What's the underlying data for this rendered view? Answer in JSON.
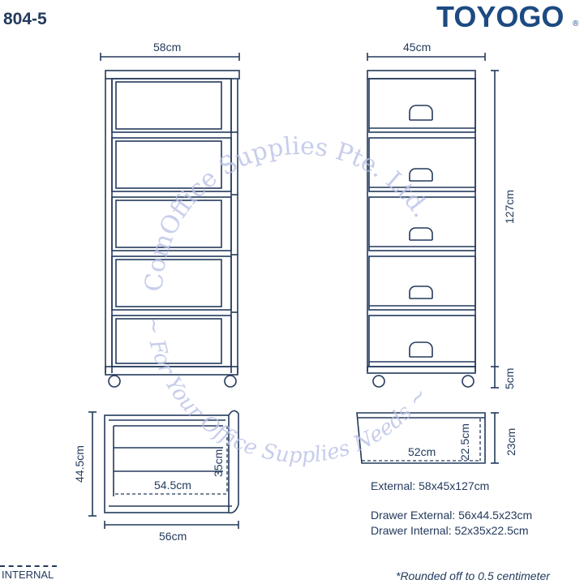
{
  "header": {
    "model": "804-5",
    "brand": "TOYOGO",
    "brand_mark": "®"
  },
  "front_view": {
    "width_label": "58cm",
    "drawer_count": 5
  },
  "side_view": {
    "depth_label": "45cm",
    "height_label": "127cm",
    "caster_label": "5cm"
  },
  "drawer_top_view": {
    "depth_label": "44.5cm",
    "width_label": "56cm",
    "internal_width_label": "54.5cm",
    "internal_depth_label": "35cm"
  },
  "drawer_side_view": {
    "internal_length_label": "52cm",
    "internal_height_label": "22.5cm",
    "height_label": "23cm"
  },
  "specs": {
    "external": "External: 58x45x127cm",
    "drawer_external": "Drawer External: 56x44.5x23cm",
    "drawer_internal": "Drawer Internal: 52x35x22.5cm"
  },
  "legend": {
    "label": "INTERNAL"
  },
  "footnote": "*Rounded off to 0.5 centimeter",
  "watermark": {
    "line1": "ComOffice Supplies Pte. Ltd.",
    "line2": "~ For Your Office Supplies Needs ~"
  },
  "colors": {
    "line": "#233a5c",
    "brand": "#1d4a82",
    "watermark": "#b9c1e6"
  }
}
